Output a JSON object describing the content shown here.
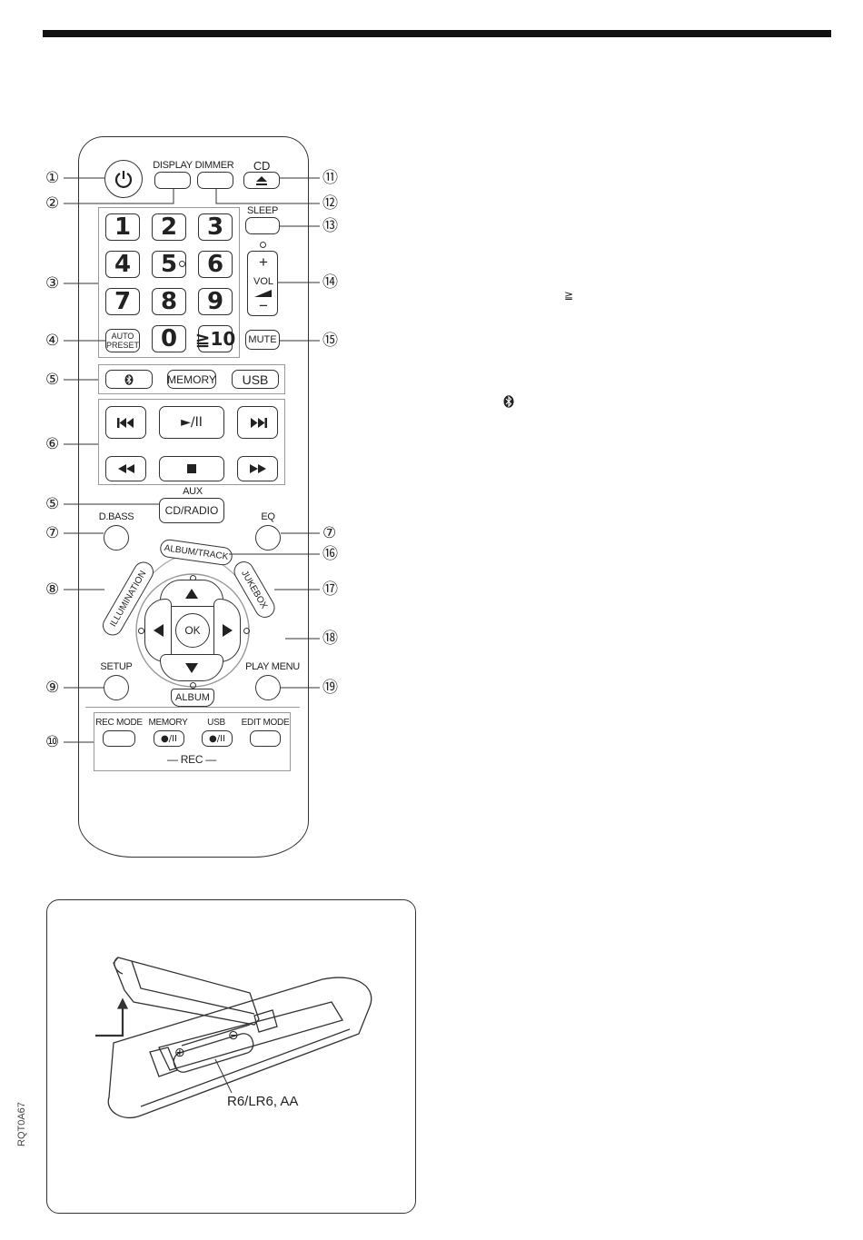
{
  "remote": {
    "buttons": {
      "display": "DISPLAY",
      "dimmer": "DIMMER",
      "cd": "CD",
      "sleep": "SLEEP",
      "numbers": [
        "1",
        "2",
        "3",
        "4",
        "5",
        "6",
        "7",
        "8",
        "9",
        "0"
      ],
      "ge10": "≧10",
      "vol_plus": "+",
      "vol": "VOL",
      "vol_minus": "−",
      "auto_preset_line1": "AUTO",
      "auto_preset_line2": "PRESET",
      "mute": "MUTE",
      "memory": "MEMORY",
      "usb": "USB",
      "play_pause": "►/II",
      "aux": "AUX",
      "cd_radio": "CD/RADIO",
      "dbass": "D.BASS",
      "eq": "EQ",
      "album_track": "ALBUM/TRACK",
      "illumination": "ILLUMINATION",
      "jukebox": "JUKEBOX",
      "ok": "OK",
      "setup": "SETUP",
      "play_menu": "PLAY MENU",
      "album": "ALBUM",
      "rec_mode": "REC MODE",
      "rec_memory": "MEMORY",
      "rec_usb": "USB",
      "edit_mode": "EDIT MODE",
      "rec_pause_1": "●/II",
      "rec_pause_2": "●/II",
      "rec": "— REC —"
    },
    "callouts_left": [
      "①",
      "②",
      "③",
      "④",
      "⑤",
      "⑥",
      "⑤",
      "⑦",
      "⑧",
      "⑨",
      "⑩"
    ],
    "callouts_right": [
      "⑪",
      "⑫",
      "⑬",
      "⑭",
      "⑮",
      "⑦",
      "⑯",
      "⑰",
      "⑱",
      "⑲"
    ]
  },
  "side_symbols": {
    "ge": "≧",
    "bt": "ß"
  },
  "battery": {
    "label": "R6/LR6, AA",
    "plus": "⊕",
    "minus": "⊖"
  },
  "doc_code": "RQT0A67"
}
